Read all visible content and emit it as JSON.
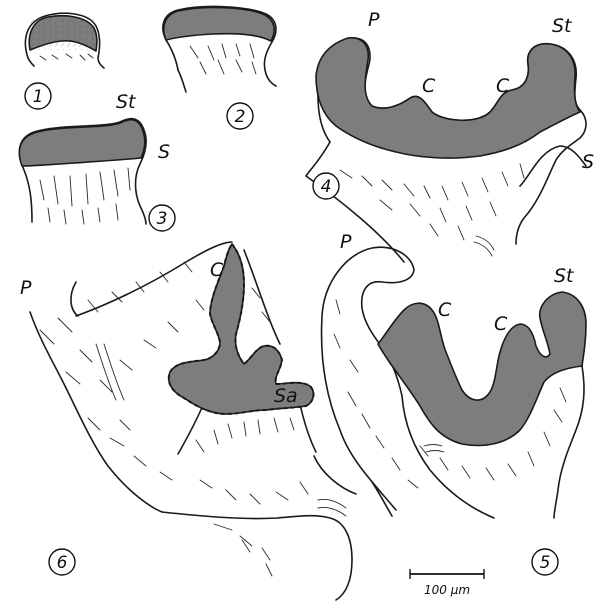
{
  "colors": {
    "meristem_fill": "#7d7d7d",
    "line": "#1a1a1a",
    "background": "#ffffff"
  },
  "labels": {
    "stage_1": "1",
    "stage_2": "2",
    "stage_3": "3",
    "stage_4": "4",
    "stage_5": "5",
    "stage_6": "6",
    "st": "St",
    "s": "S",
    "p": "P",
    "c": "C",
    "sa": "Sa"
  },
  "scale_bar": {
    "label": "100 µm"
  }
}
